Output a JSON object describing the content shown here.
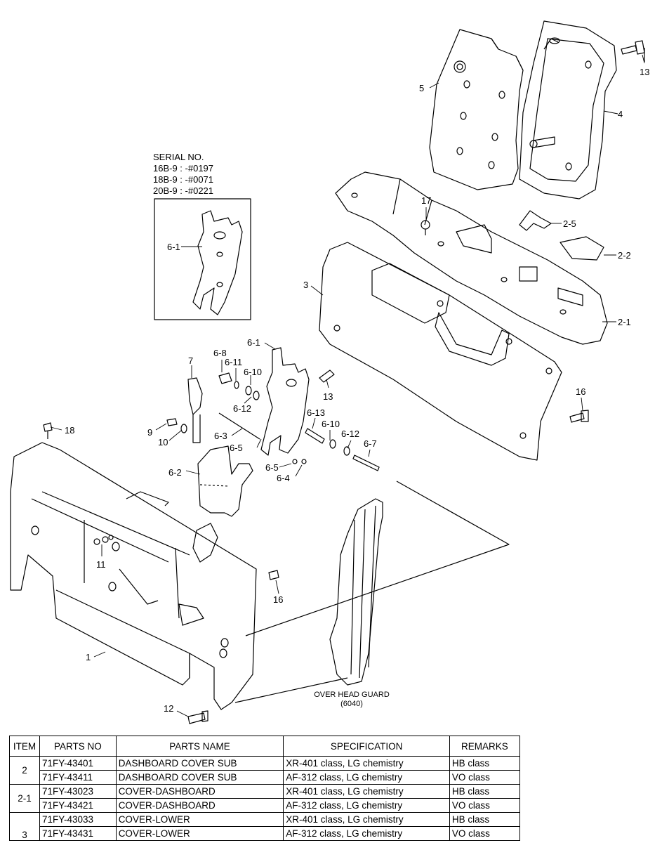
{
  "serial": {
    "title": "SERIAL NO.",
    "lines": [
      "16B-9 : -#0197",
      "18B-9 : -#0071",
      "20B-9 : -#0221"
    ]
  },
  "over_head_guard": {
    "label": "OVER HEAD GUARD",
    "code": "(6040)"
  },
  "callouts": {
    "c1": "1",
    "c2_1": "2-1",
    "c2_2": "2-2",
    "c2_5": "2-5",
    "c3": "3",
    "c4": "4",
    "c5": "5",
    "c6_1_inset": "6-1",
    "c6_1": "6-1",
    "c6_2": "6-2",
    "c6_3": "6-3",
    "c6_4": "6-4",
    "c6_5a": "6-5",
    "c6_5b": "6-5",
    "c6_7": "6-7",
    "c6_8": "6-8",
    "c6_10a": "6-10",
    "c6_10b": "6-10",
    "c6_11": "6-11",
    "c6_12a": "6-12",
    "c6_12b": "6-12",
    "c6_13": "6-13",
    "c7": "7",
    "c9": "9",
    "c10": "10",
    "c11": "11",
    "c12": "12",
    "c13a": "13",
    "c13b": "13",
    "c16a": "16",
    "c16b": "16",
    "c17": "17",
    "c18": "18"
  },
  "table": {
    "headers": [
      "ITEM",
      "PARTS NO",
      "PARTS NAME",
      "SPECIFICATION",
      "REMARKS"
    ],
    "rows": [
      {
        "item": "2",
        "parts_no": "71FY-43401",
        "name": "DASHBOARD COVER SUB",
        "spec": "XR-401 class, LG chemistry",
        "remarks": "HB class"
      },
      {
        "item": "",
        "parts_no": "71FY-43411",
        "name": "DASHBOARD COVER SUB",
        "spec": "AF-312 class, LG chemistry",
        "remarks": "VO class"
      },
      {
        "item": "2-1",
        "parts_no": "71FY-43023",
        "name": "COVER-DASHBOARD",
        "spec": "XR-401 class, LG chemistry",
        "remarks": "HB class"
      },
      {
        "item": "",
        "parts_no": "71FY-43421",
        "name": "COVER-DASHBOARD",
        "spec": "AF-312 class, LG chemistry",
        "remarks": "VO class"
      },
      {
        "item": "",
        "parts_no": "71FY-43033",
        "name": "COVER-LOWER",
        "spec": "XR-401 class, LG chemistry",
        "remarks": "HB class"
      },
      {
        "item": "3",
        "parts_no": "71FY-43431",
        "name": "COVER-LOWER",
        "spec": "AF-312 class, LG chemistry",
        "remarks": "VO class"
      }
    ]
  }
}
